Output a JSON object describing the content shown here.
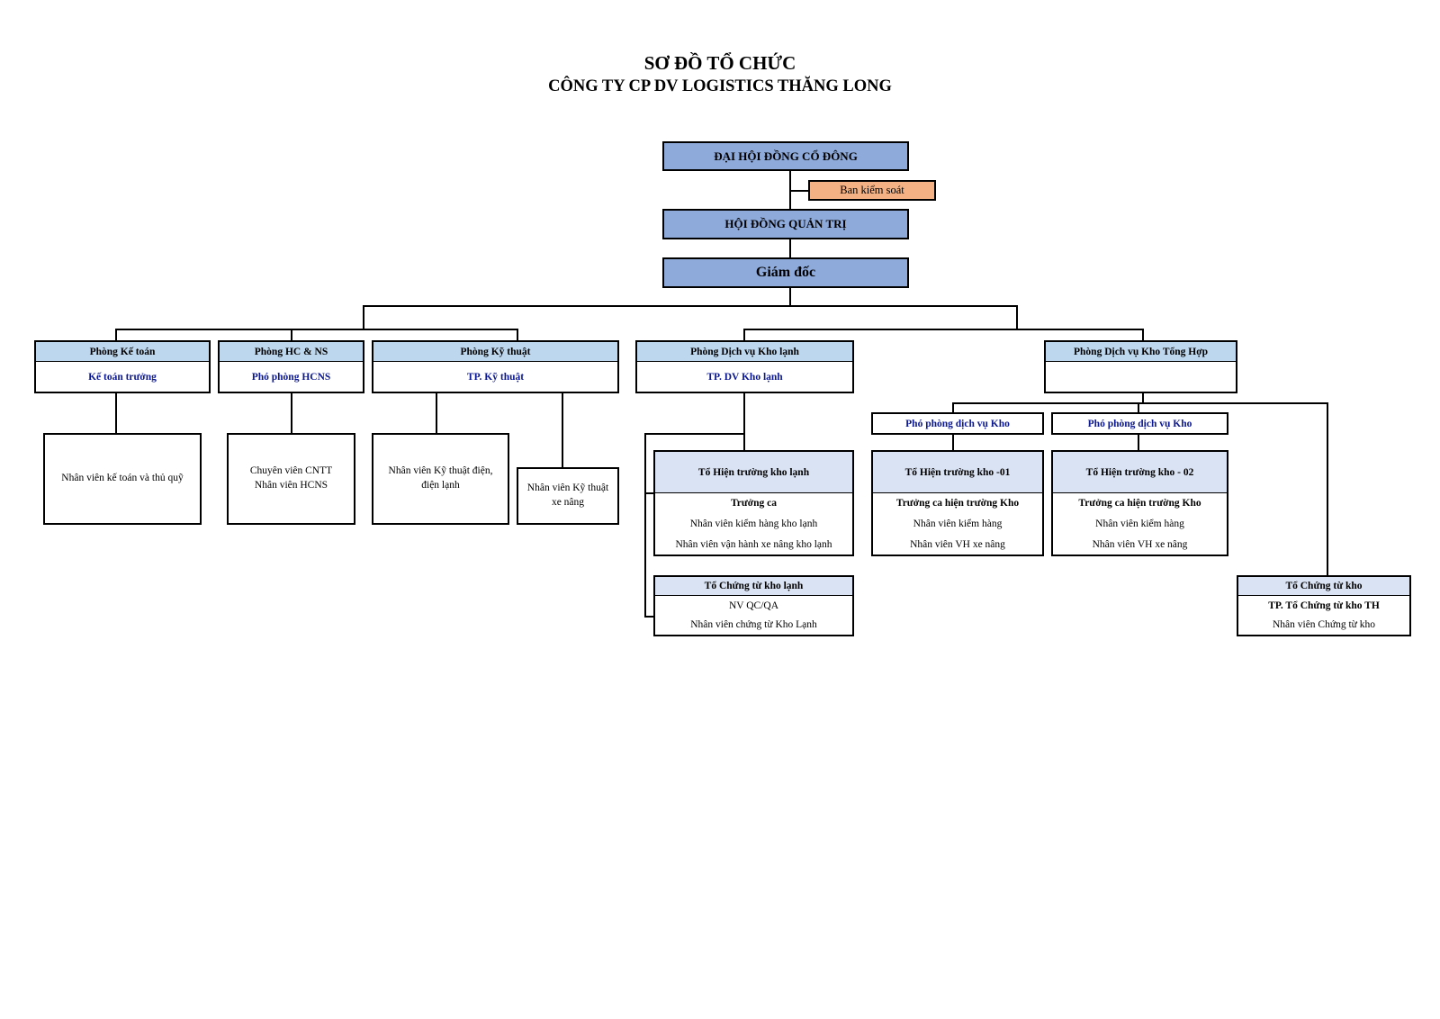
{
  "title": "SƠ ĐỒ TỔ CHỨC",
  "subtitle": "CÔNG TY CP DV LOGISTICS THĂNG LONG",
  "top": {
    "shareholders": "ĐẠI HỘI ĐỒNG CỔ ĐÔNG",
    "supervisory": "Ban kiểm soát",
    "board": "HỘI ĐỒNG QUẢN TRỊ",
    "director": "Giám đốc"
  },
  "depts": [
    {
      "name": "Phòng Kế toán",
      "head": "Kế toán trưởng"
    },
    {
      "name": "Phòng HC & NS",
      "head": "Phó phòng HCNS"
    },
    {
      "name": "Phòng Kỹ thuật",
      "head": "TP. Kỹ thuật"
    },
    {
      "name": "Phòng Dịch vụ Kho lạnh",
      "head": "TP. DV Kho lạnh"
    },
    {
      "name": "Phòng Dịch vụ Kho Tổng Hợp",
      "head": ""
    }
  ],
  "staff": {
    "accounting": "Nhân viên kế toán và thủ quỹ",
    "hcns_1": "Chuyên viên CNTT",
    "hcns_2": "Nhân viên HCNS",
    "tech_electric": "Nhân viên Kỹ thuật điện, điện lạnh",
    "tech_forklift": "Nhân viên Kỹ thuật xe nâng"
  },
  "cold": {
    "field": {
      "name": "Tổ Hiện trường kho lạnh",
      "lead": "Trưởng ca",
      "rows": [
        "Nhân viên kiểm hàng kho lạnh",
        "Nhân viên vận hành xe nâng kho lạnh"
      ]
    },
    "docs": {
      "name": "Tổ Chứng từ kho lạnh",
      "rows": [
        "NV QC/QA",
        "Nhân viên chứng từ Kho Lạnh"
      ]
    }
  },
  "general": {
    "deputy_1": "Phó phòng dịch vụ Kho",
    "deputy_2": "Phó phòng dịch vụ Kho",
    "field_1": {
      "name": "Tổ Hiện trường kho -01",
      "lead": "Trưởng ca hiện trường Kho",
      "rows": [
        "Nhân viên kiểm hàng",
        "Nhân viên VH xe nâng"
      ]
    },
    "field_2": {
      "name": "Tổ Hiện trường kho - 02",
      "lead": "Trưởng ca hiện trường Kho",
      "rows": [
        "Nhân viên kiểm hàng",
        "Nhân viên VH xe nâng"
      ]
    },
    "docs": {
      "name": "Tổ Chứng từ kho",
      "lead": "TP. Tổ Chứng từ kho TH",
      "rows": [
        "Nhân viên Chứng từ kho"
      ]
    }
  },
  "colors": {
    "top_box": "#8eaadb",
    "dept_header": "#bdd7ee",
    "group_header": "#dae3f3",
    "supervisory": "#f4b183",
    "head_text": "#0b178f"
  }
}
